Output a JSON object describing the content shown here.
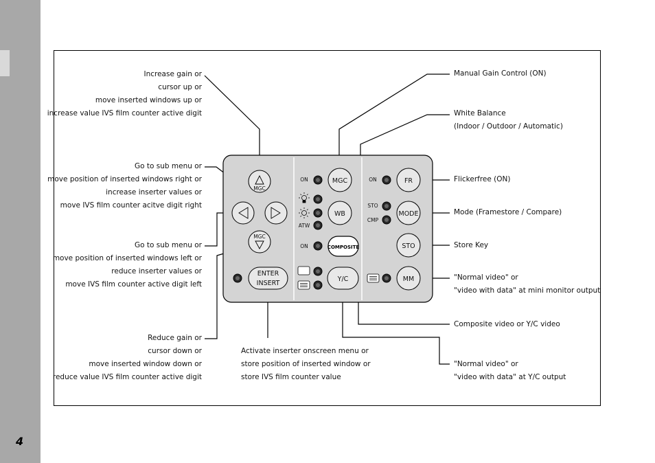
{
  "page_number": "4",
  "labels": {
    "increase_gain": [
      "Increase gain or",
      "cursor up or",
      "move inserted windows up or",
      "increase value IVS film counter active digit"
    ],
    "sub_menu_right": [
      "Go to sub menu or",
      "move position of inserted windows right or",
      "increase inserter values or",
      "move IVS film counter acitve digit right"
    ],
    "sub_menu_left": [
      "Go to sub menu or",
      "move position of inserted windows left or",
      "reduce inserter values or",
      "move IVS film counter active digit left"
    ],
    "reduce_gain": [
      "Reduce gain or",
      "cursor down or",
      "move inserted window down or",
      "reduce value IVS film counter active digit"
    ],
    "inserter": [
      "Activate inserter onscreen menu or",
      "store position of inserted window or",
      "store IVS film counter value"
    ],
    "mgc": [
      "Manual Gain Control (ON)"
    ],
    "white_balance": [
      "White Balance",
      "(Indoor / Outdoor / Automatic)"
    ],
    "flickerfree": [
      "Flickerfree (ON)"
    ],
    "mode": [
      "Mode (Framestore / Compare)"
    ],
    "store_key": [
      "Store Key"
    ],
    "mm_output": [
      "\"Normal video\" or",
      "\"video with data\" at mini monitor output"
    ],
    "composite_yc": [
      "Composite video or Y/C video"
    ],
    "yc_output": [
      "\"Normal video\" or",
      "\"video with data\" at Y/C output"
    ]
  },
  "buttons": {
    "mgc_up": "MGC",
    "mgc_down": "MGC",
    "enter_line1": "ENTER",
    "enter_line2": "INSERT",
    "mgc": "MGC",
    "wb": "WB",
    "composite": "COMPOSITE",
    "yc": "Y/C",
    "fr": "FR",
    "mode": "MODE",
    "sto": "STO",
    "mm": "MM"
  },
  "indicators": {
    "mgc_on": "ON",
    "atw": "ATW",
    "composite_on": "ON",
    "fr_on": "ON",
    "sto": "STO",
    "cmp": "CMP"
  }
}
